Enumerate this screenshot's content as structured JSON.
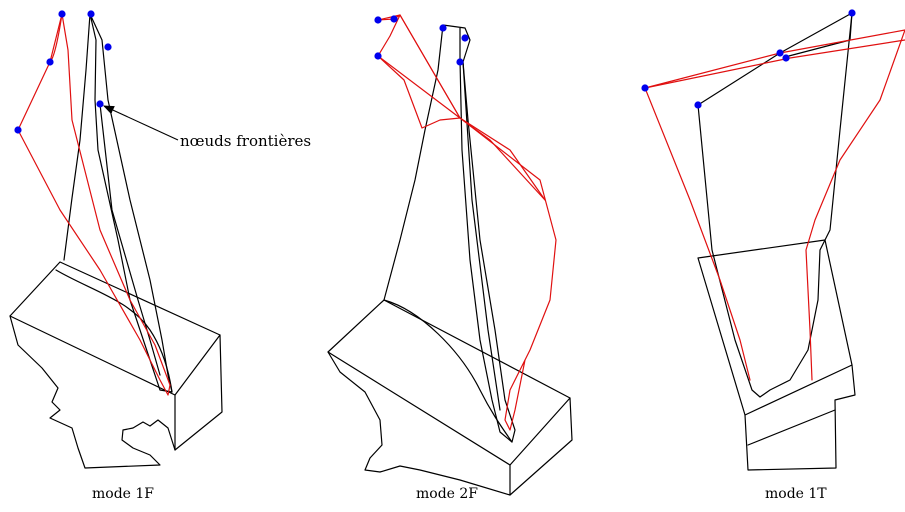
{
  "annotation": {
    "label": "nœuds frontières"
  },
  "panels": [
    {
      "caption": "mode 1F"
    },
    {
      "caption": "mode 2F"
    },
    {
      "caption": "mode 1T"
    }
  ],
  "colors": {
    "undeformed": "#000000",
    "deformed": "#e01010",
    "boundary_node": "#0000ee"
  }
}
